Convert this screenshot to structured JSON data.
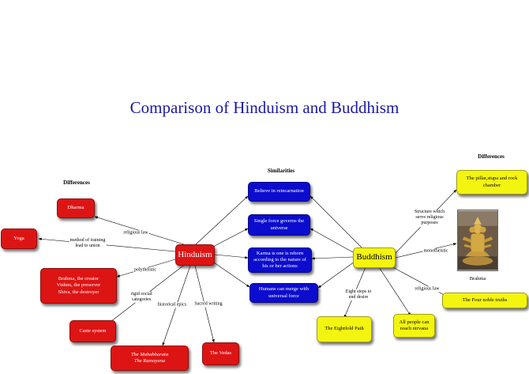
{
  "title": "Comparison of Hinduism and Buddhism",
  "headers": {
    "left": "Differences",
    "center": "Similarities",
    "right": "Differences"
  },
  "hubs": {
    "hinduism": "Hinduism",
    "buddhism": "Buddhism"
  },
  "similarities": [
    "Believe in  reincarnation",
    "Single force governs  the universe",
    "Karma is one is  reborn according to the nature of  his or her actions",
    "Humans can  merge with universal  force"
  ],
  "hinduism_nodes": {
    "dharma": "Dharma",
    "yoga": "Yoga",
    "gods": "Brahma, the creator\nVishnu, the preserver\nShiva, the destroyer",
    "caste": "Caste system",
    "epics": "The Mahabharata\nThe  Ramayana",
    "vedas": "The Vedas"
  },
  "hinduism_links": {
    "religious_law": "religious  law",
    "method": "method of training\nlead to union",
    "polytheistic": "polytheistic",
    "rigid": "rigid social\ncategories",
    "historical": "historical epics",
    "sacred": "Sacred writing"
  },
  "buddhism_nodes": {
    "pillar": "The pillar,stupa and rock chamber",
    "truths": "The Four  noble  truths",
    "nirvana": "All  people can  reach nirvana",
    "path": "The Eightfold Path"
  },
  "buddhism_links": {
    "structures": "Structure which\nserve religious\npurposes",
    "monotheistic": "monotheistic",
    "religious_law": "religious law",
    "eight": "Eight steps to\nend desire"
  },
  "image_caption": "Brahma",
  "colors": {
    "red": "#dd1414",
    "blue": "#0c0ccf",
    "yellow": "#f4f411",
    "title": "#1a1aa6"
  }
}
